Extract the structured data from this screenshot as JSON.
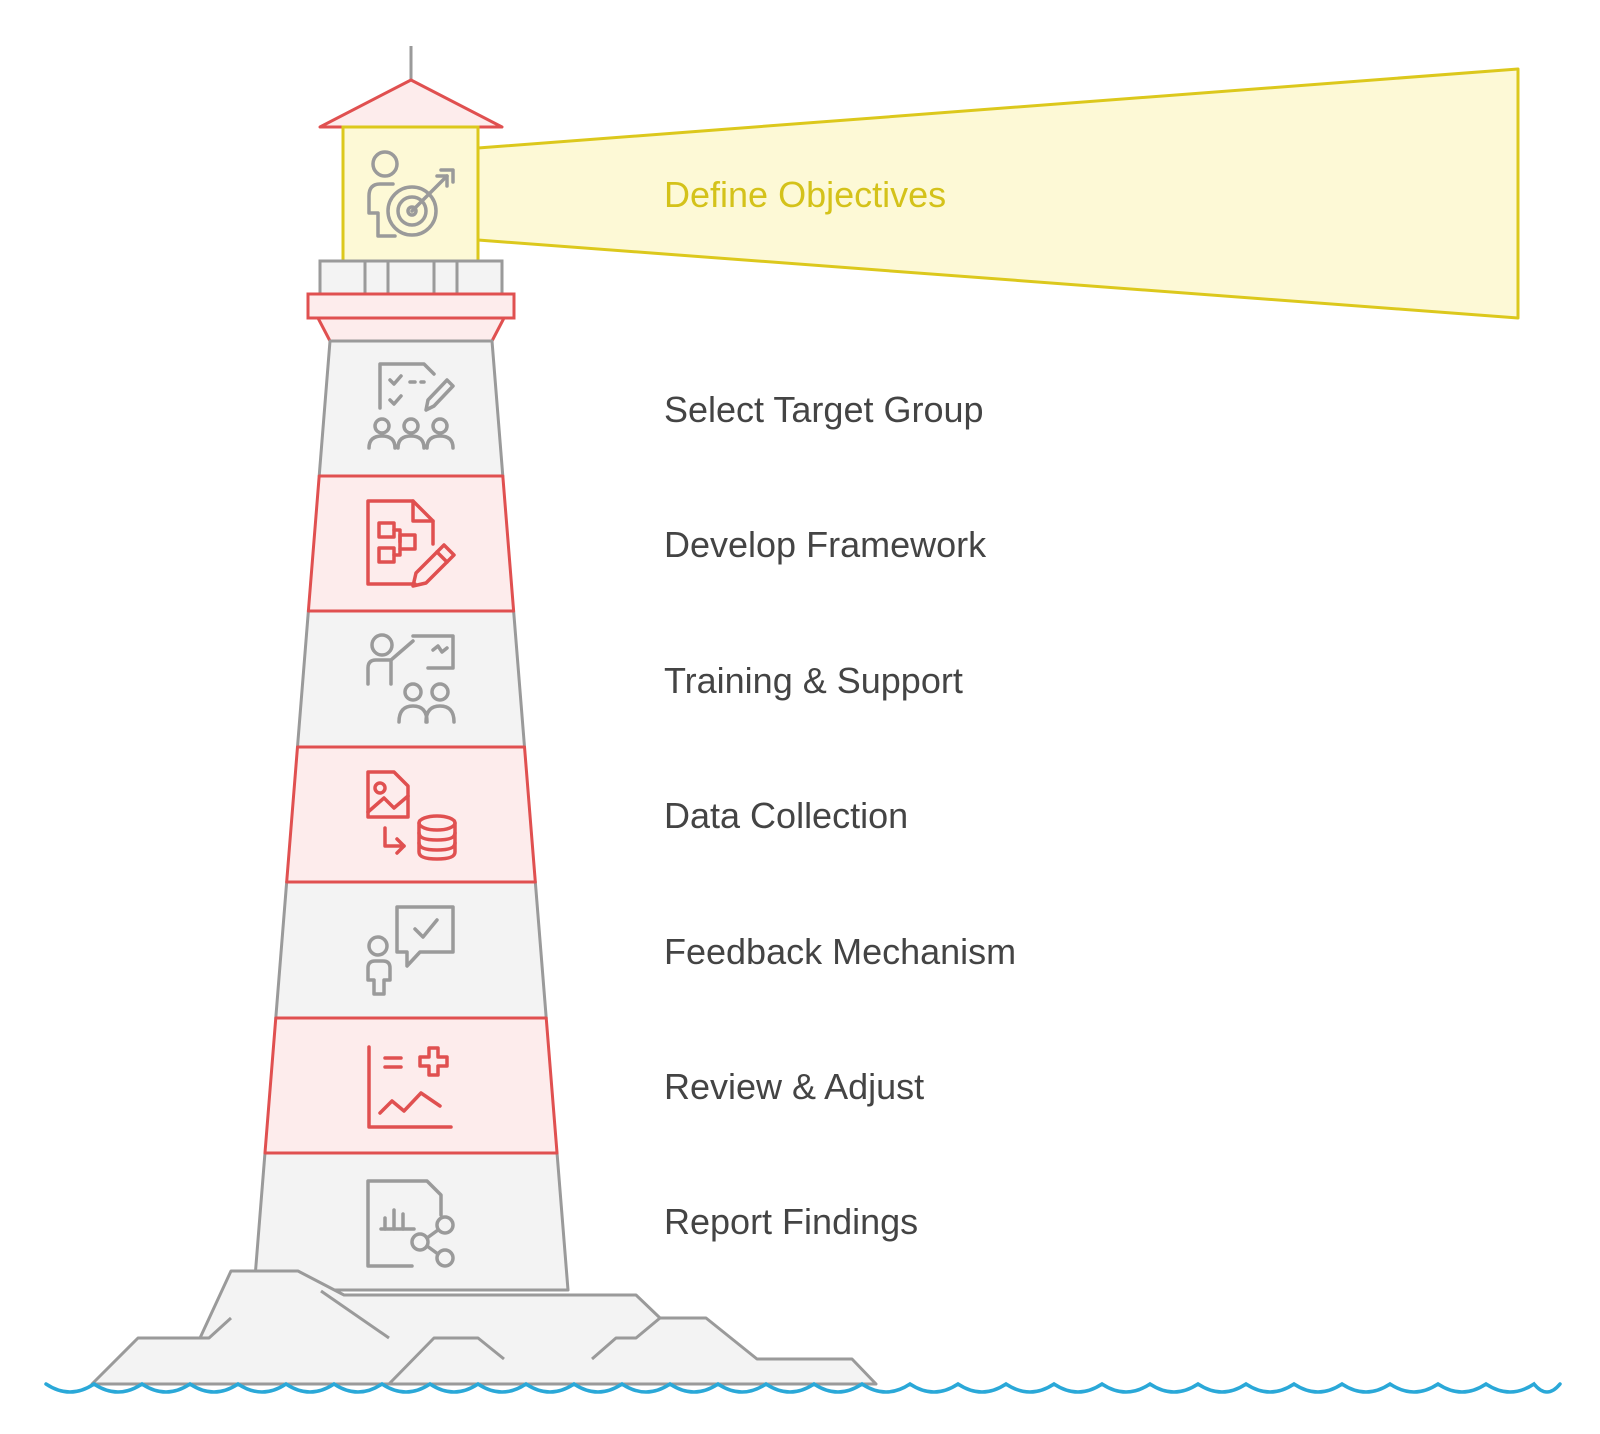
{
  "diagram": {
    "type": "lighthouse-process",
    "colors": {
      "beam_fill": "#fdf9d6",
      "beam_stroke": "#dcc81c",
      "red_fill": "#fdecec",
      "red_stroke": "#e05050",
      "gray_fill": "#f3f3f3",
      "gray_stroke": "#9a9a9a",
      "water": "#2aa8d8",
      "text": "#444444",
      "highlight_text": "#d4c21a"
    },
    "steps": [
      {
        "label": "Define Objectives",
        "icon": "person-target-icon",
        "style": "beam"
      },
      {
        "label": "Select Target Group",
        "icon": "checklist-group-icon",
        "style": "gray"
      },
      {
        "label": "Develop Framework",
        "icon": "document-flowchart-pencil-icon",
        "style": "red"
      },
      {
        "label": "Training & Support",
        "icon": "presenter-audience-icon",
        "style": "gray"
      },
      {
        "label": "Data Collection",
        "icon": "image-to-database-icon",
        "style": "red"
      },
      {
        "label": "Feedback Mechanism",
        "icon": "person-speech-check-icon",
        "style": "gray"
      },
      {
        "label": "Review & Adjust",
        "icon": "chart-plus-icon",
        "style": "red"
      },
      {
        "label": "Report Findings",
        "icon": "report-share-icon",
        "style": "gray"
      }
    ]
  }
}
